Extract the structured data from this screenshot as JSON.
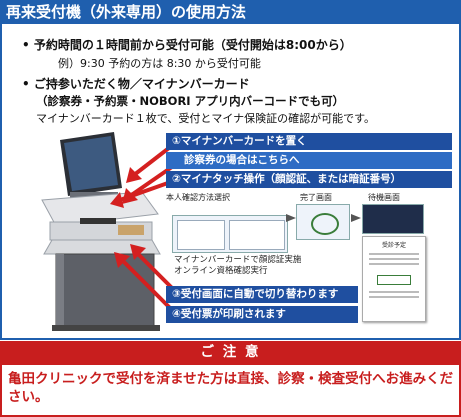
{
  "header": {
    "title": "再来受付機（外来専用）の使用方法"
  },
  "instructions": {
    "bullet1": "• 予約時間の１時間前から受付可能（受付開始は8:00から）",
    "example": "例）9:30 予約の方は 8:30 から受付可能",
    "bullet2": "• ご持参いただく物／マイナンバーカード",
    "bullet2_sub": "（診察券・予約票・NOBORI アプリ内バーコードでも可）",
    "bullet2_note": "マイナンバーカード１枚で、受付とマイナ保険証の確認が可能です。"
  },
  "steps": {
    "step1": "①マイナンバーカードを置く",
    "step1_alt": "診察券の場合はこちらへ",
    "step2": "②マイナタッチ操作（顔認証、または暗証番号）",
    "step3": "③受付画面に自動で切り替わります",
    "step4": "④受付票が印刷されます"
  },
  "screens": {
    "select_label": "本人確認方法選択",
    "done_label": "完了画面",
    "wait_label": "待機画面",
    "caption_line1": "マイナンバーカードで顔認証実施",
    "caption_line2": "オンライン資格確認実行",
    "slip_title": "受診予定"
  },
  "notice": {
    "heading": "ご 注 意",
    "text": "亀田クリニックで受付を済ませた方は直接、診察・検査受付へお進みください。"
  },
  "colors": {
    "header_blue": "#1f5fae",
    "step_blue": "#1f4fa0",
    "notice_red": "#c81e1e",
    "arrow_red": "#d42020"
  }
}
